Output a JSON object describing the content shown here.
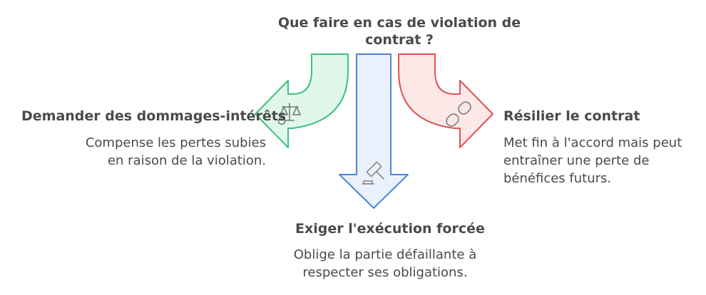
{
  "title": {
    "line1": "Que faire en cas de violation de",
    "line2": "contrat ?"
  },
  "options": {
    "damages": {
      "heading": "Demander des dommages-intérêts",
      "desc_line1": "Compense les pertes subies",
      "desc_line2": "en raison de la violation.",
      "icon": "scale-icon"
    },
    "terminate": {
      "heading": "Résilier le contrat",
      "desc_line1": "Met fin à l'accord mais peut",
      "desc_line2": "entraîner une perte de",
      "desc_line3": "bénéfices futurs.",
      "icon": "broken-link-icon"
    },
    "enforce": {
      "heading": "Exiger l'exécution forcée",
      "desc_line1": "Oblige la partie défaillante à",
      "desc_line2": "respecter ses obligations.",
      "icon": "gavel-icon"
    }
  },
  "colors": {
    "green_fill": "#e0f8ec",
    "green_stroke": "#3fbf7f",
    "blue_fill": "#eaf1fd",
    "blue_stroke": "#4a86d8",
    "red_fill": "#fde8e8",
    "red_stroke": "#e05252",
    "text": "#4a4a4a",
    "icon": "#777777"
  }
}
